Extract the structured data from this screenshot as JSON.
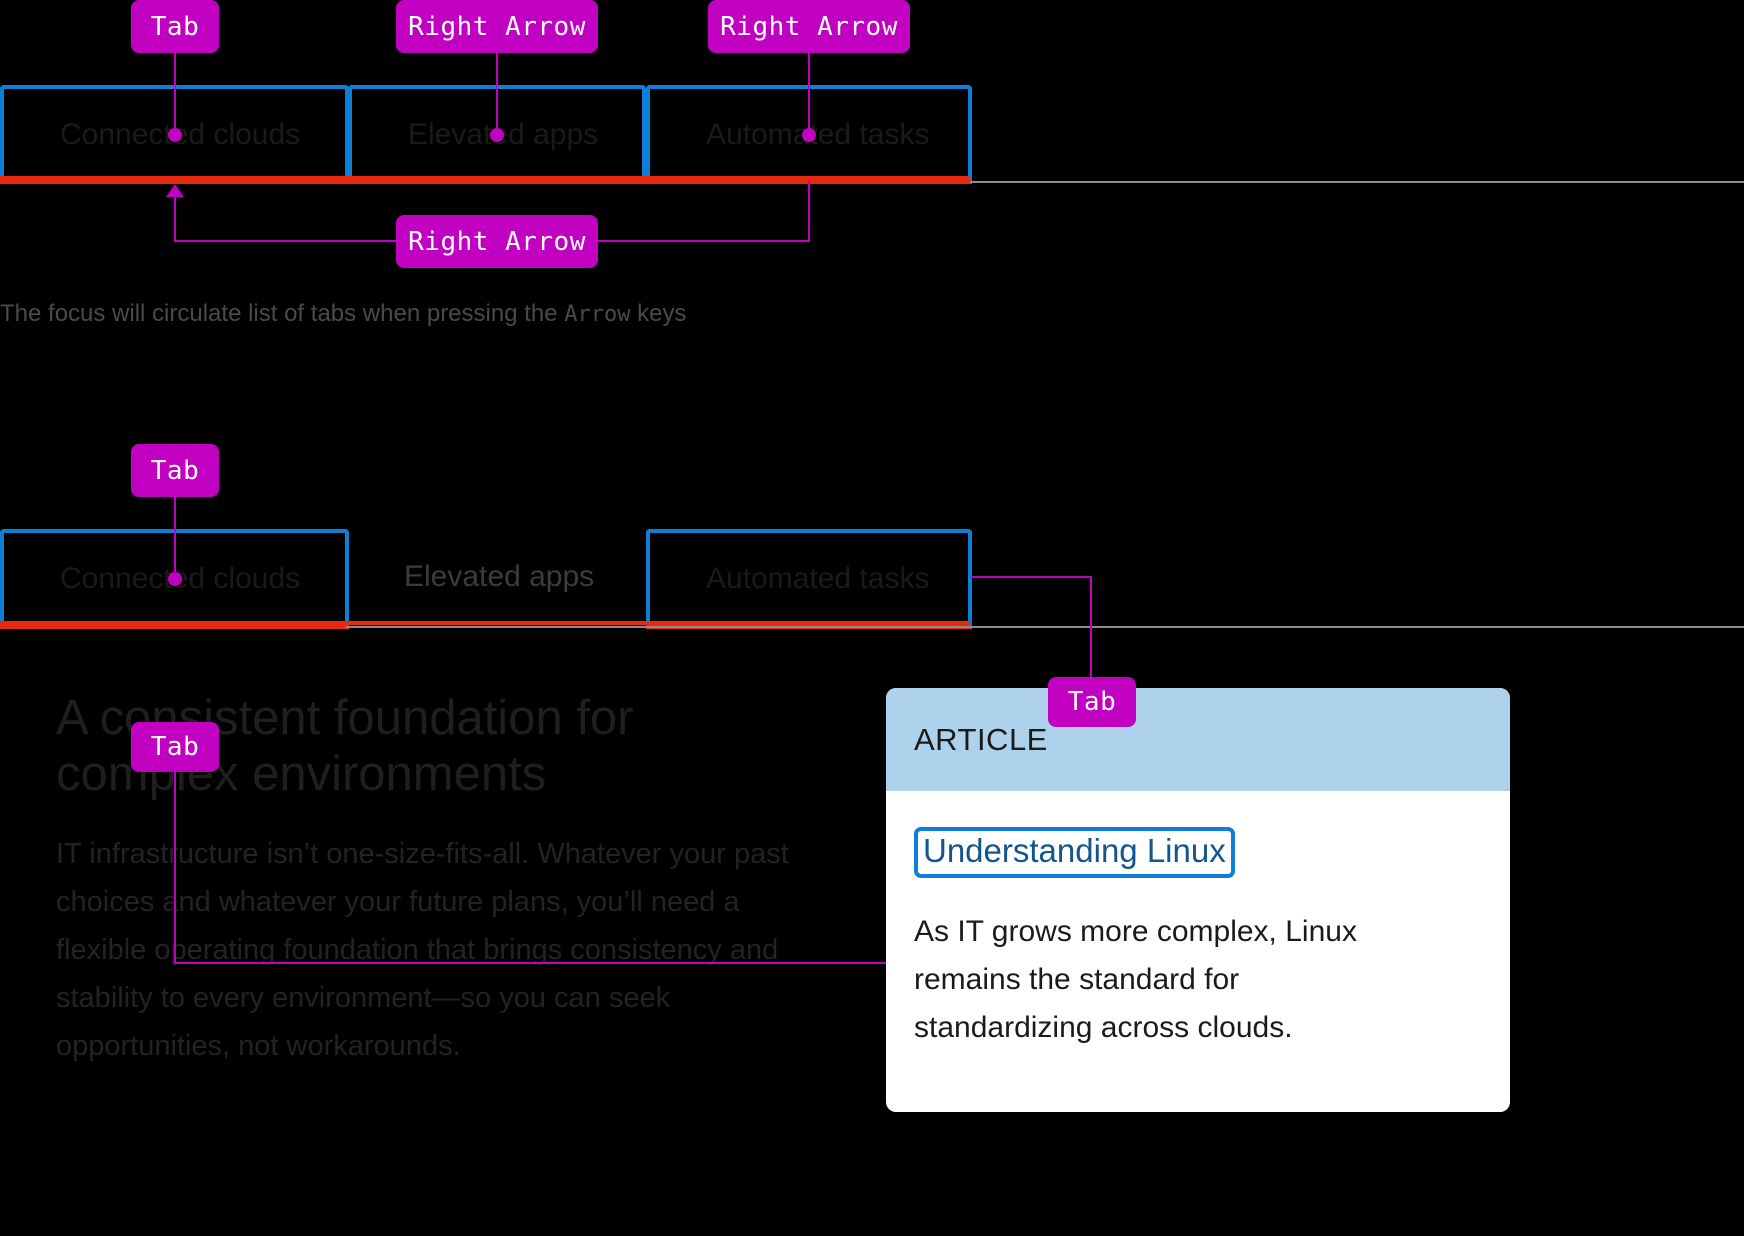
{
  "colors": {
    "background": "#000000",
    "keycap": "#c200c2",
    "focus_outline": "#0d7fd6",
    "active_underline": "#e8280f",
    "card_header": "#aed2ec",
    "link": "#14558f"
  },
  "section_one": {
    "keycaps": [
      {
        "label": "Tab"
      },
      {
        "label": "Right Arrow"
      },
      {
        "label": "Right Arrow"
      },
      {
        "label": "Right Arrow"
      }
    ],
    "tabs": [
      {
        "label": "Connected clouds",
        "focused": true
      },
      {
        "label": "Elevated apps",
        "focused": true
      },
      {
        "label": "Automated tasks",
        "focused": true
      }
    ],
    "caption_before": "The focus will circulate list of tabs when pressing the ",
    "caption_mono": "Arrow",
    "caption_after": " keys"
  },
  "section_two": {
    "keycaps": [
      {
        "label": "Tab"
      },
      {
        "label": "Tab"
      },
      {
        "label": "Tab"
      }
    ],
    "tabs": [
      {
        "label": "Connected clouds",
        "focused": true
      },
      {
        "label": "Elevated apps",
        "focused": false
      },
      {
        "label": "Automated tasks",
        "focused": true
      }
    ],
    "headline": "A consistent foundation for complex environments",
    "body": "IT infrastructure isn’t one-size-fits-all. Whatever your past choices and whatever your future plans, you’ll need a flexible operating foundation that brings consistency and stability to every environment—so you can seek opportunities, not workarounds.",
    "card": {
      "eyebrow": "ARTICLE",
      "link": "Understanding Linux",
      "text": "As IT grows more complex, Linux remains the standard for standardizing across clouds."
    }
  }
}
